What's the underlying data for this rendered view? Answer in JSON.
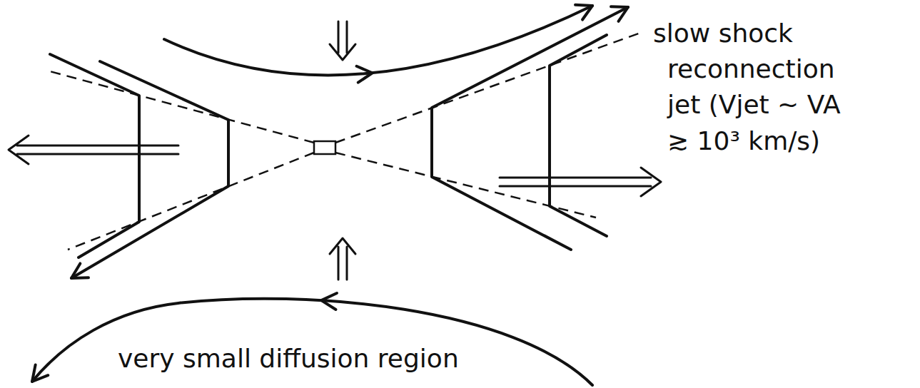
{
  "diagram": {
    "labels": [
      "slow shock",
      "reconnection jet (Vjet ~ VA ≳ 10³ km/s)",
      "very small diffusion region"
    ]
  }
}
